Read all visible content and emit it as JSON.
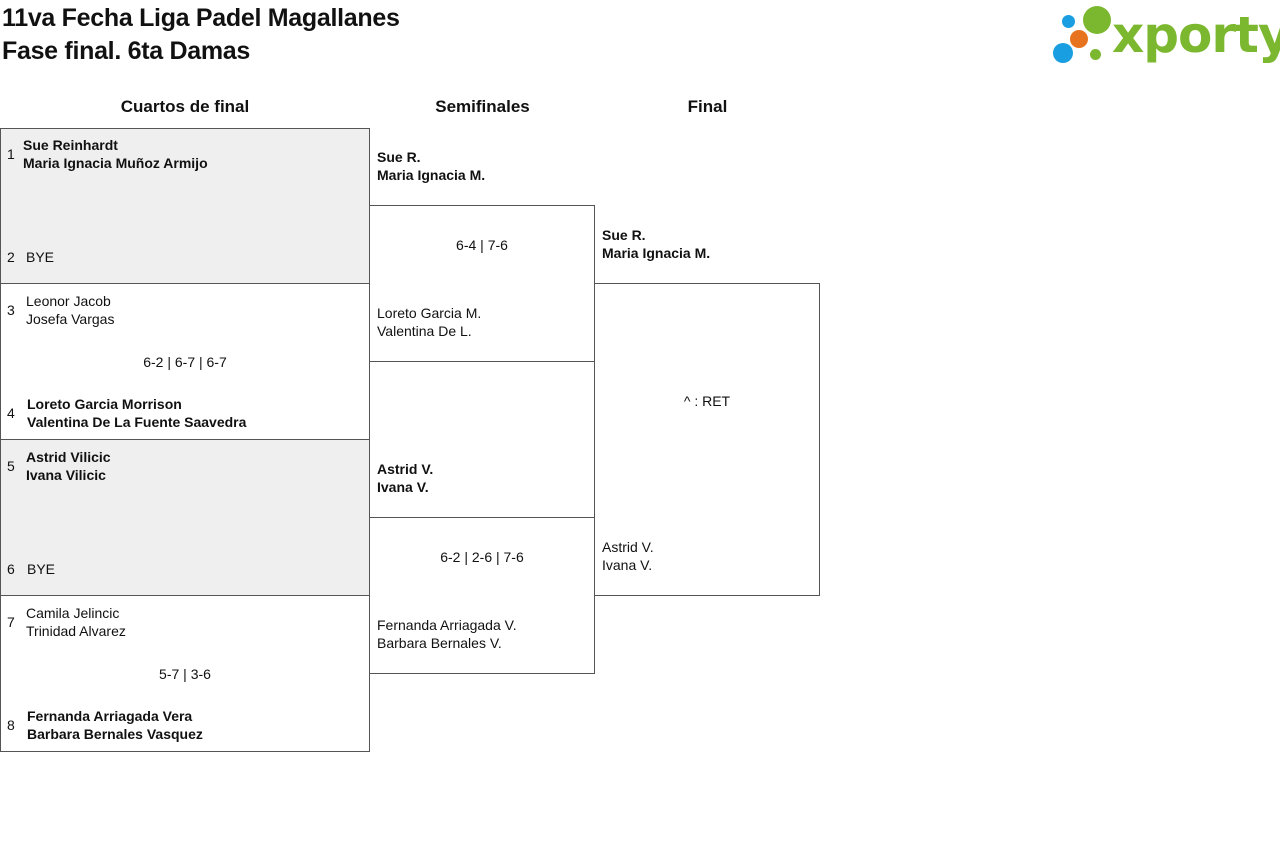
{
  "header": {
    "title_line1": "11va Fecha Liga Padel Magallanes",
    "title_line2": "Fase final. 6ta Damas"
  },
  "logo": {
    "text": "xporty",
    "colors": {
      "green": "#7cb82f",
      "blue": "#1a9ee2",
      "orange": "#e8731e"
    }
  },
  "rounds": {
    "quarterfinals": "Cuartos de final",
    "semifinals": "Semifinales",
    "final": "Final"
  },
  "quarterfinals": [
    {
      "seed_top": "1",
      "top": [
        "Sue Reinhardt",
        "Maria Ignacia Muñoz Armijo"
      ],
      "score": "",
      "seed_bottom": "2",
      "bottom": [
        "BYE"
      ]
    },
    {
      "seed_top": "3",
      "top": [
        "Leonor Jacob",
        "Josefa Vargas"
      ],
      "score": "6-2 | 6-7 | 6-7",
      "seed_bottom": "4",
      "bottom": [
        "Loreto Garcia Morrison",
        "Valentina De La Fuente Saavedra"
      ]
    },
    {
      "seed_top": "5",
      "top": [
        "Astrid Vilicic",
        "Ivana Vilicic"
      ],
      "score": "",
      "seed_bottom": "6",
      "bottom": [
        "BYE"
      ]
    },
    {
      "seed_top": "7",
      "top": [
        "Camila Jelincic",
        "Trinidad Alvarez"
      ],
      "score": "5-7 | 3-6",
      "seed_bottom": "8",
      "bottom": [
        "Fernanda Arriagada Vera",
        "Barbara Bernales Vasquez"
      ]
    }
  ],
  "semifinals": [
    {
      "top": [
        "Sue R.",
        "Maria Ignacia M."
      ],
      "score": "6-4 | 7-6",
      "bottom": [
        "Loreto Garcia M.",
        "Valentina De L."
      ]
    },
    {
      "top": [
        "Astrid V.",
        "Ivana V."
      ],
      "score": "6-2 | 2-6 | 7-6",
      "bottom": [
        "Fernanda Arriagada V.",
        "Barbara Bernales V."
      ]
    }
  ],
  "final": {
    "top": [
      "Sue R.",
      "Maria Ignacia M."
    ],
    "score": "^ : RET",
    "bottom": [
      "Astrid V.",
      "Ivana V."
    ]
  }
}
